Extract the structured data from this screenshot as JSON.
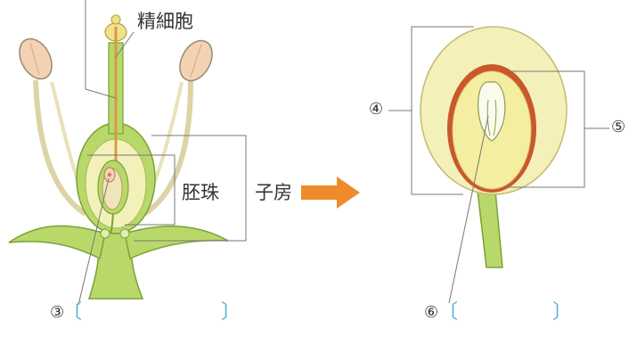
{
  "labels": {
    "sperm_cell": "精細胞",
    "ovule": "胚珠",
    "ovary": "子房",
    "n3": "③",
    "n4": "④",
    "n5": "⑤",
    "n6": "⑥",
    "bracket_open": "〔",
    "bracket_close": "〕"
  },
  "colors": {
    "stem_green": "#b9d86a",
    "green_outline": "#7aa238",
    "pale_yellow": "#f3f1b9",
    "petal_fill": "#ece6c2",
    "anther_fill": "#f3d2b4",
    "seed_coat": "#c9582a",
    "arrow_orange": "#f08a2c",
    "bracket_blue": "#4fb2d4",
    "line_gray": "#7a7a7a"
  }
}
